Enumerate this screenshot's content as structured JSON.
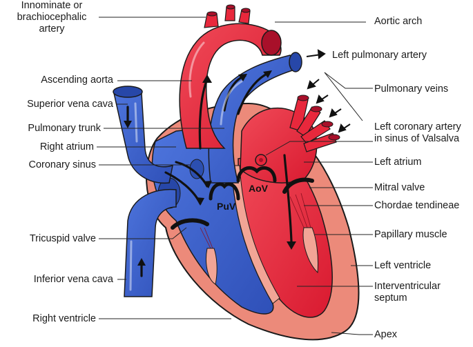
{
  "labels": {
    "innominate": "Innominate or",
    "innominate2": "brachiocephalic",
    "innominate3": "artery",
    "aortic_arch": "Aortic arch",
    "left_pulmonary_artery": "Left pulmonary artery",
    "ascending_aorta": "Ascending aorta",
    "pulmonary_veins": "Pulmonary veins",
    "superior_vena_cava": "Superior vena cava",
    "pulmonary_trunk": "Pulmonary trunk",
    "left_coronary": "Left coronary artery",
    "left_coronary2": "in sinus of Valsalva",
    "right_atrium": "Right atrium",
    "left_atrium": "Left atrium",
    "coronary_sinus": "Coronary sinus",
    "mitral_valve": "Mitral valve",
    "chordae_tendineae": "Chordae tendineae",
    "tricuspid_valve": "Tricuspid valve",
    "papillary_muscle": "Papillary muscle",
    "left_ventricle": "Left ventricle",
    "inferior_vena_cava": "Inferior vena cava",
    "interventricular": "Interventricular",
    "interventricular2": "septum",
    "right_ventricle": "Right ventricle",
    "apex": "Apex",
    "puv": "PuV",
    "aov": "AoV"
  },
  "colors": {
    "oxygenated": "#e8283c",
    "deoxygenated": "#3a5fc8",
    "muscle": "#ec8a7a",
    "outline": "#1a1a1a",
    "leader": "#222222"
  }
}
